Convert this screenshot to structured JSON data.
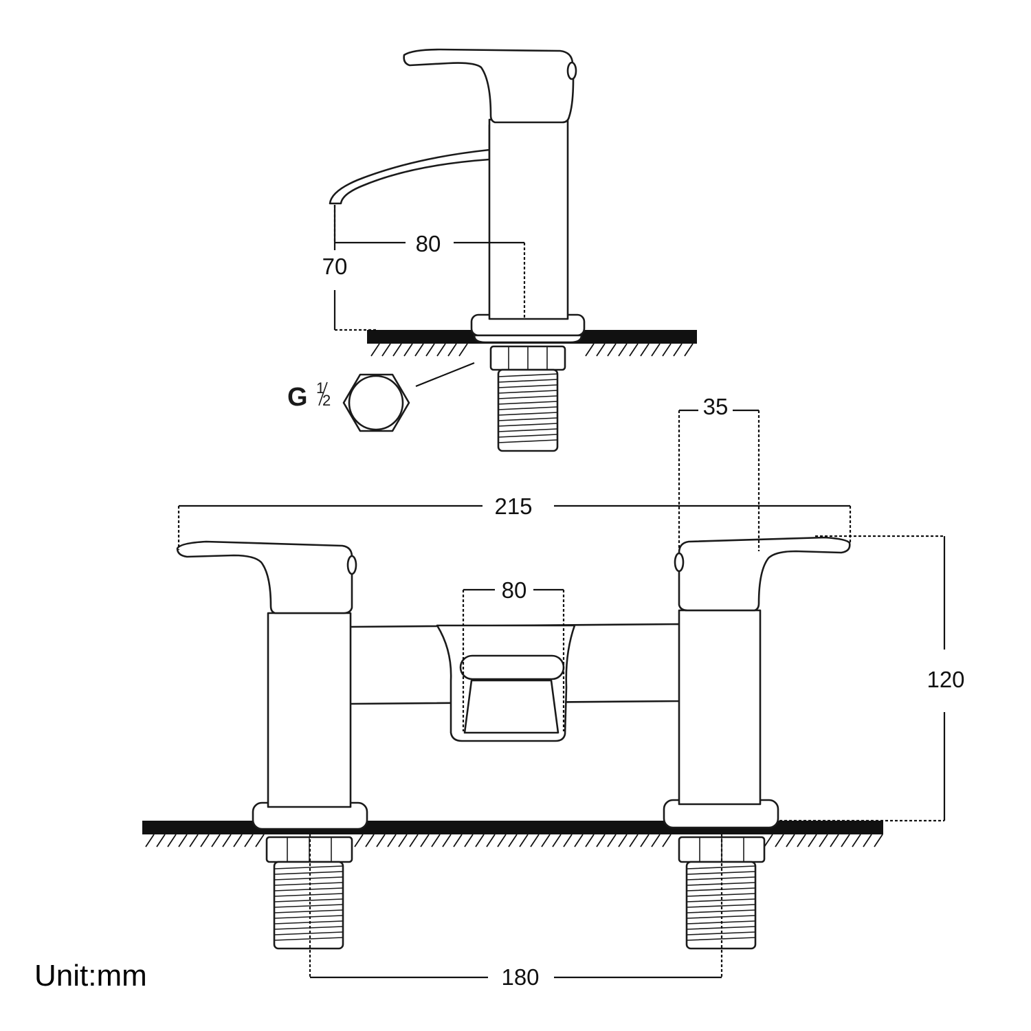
{
  "unit_label": "Unit:mm",
  "thread_label": {
    "prefix": "G",
    "fraction_numerator": "1",
    "fraction_denominator": "2"
  },
  "basin_tap": {
    "dimensions": {
      "spout_reach": "80",
      "spout_height": "70"
    }
  },
  "bath_filler": {
    "dimensions": {
      "overall_width": "215",
      "handle_width": "35",
      "spout_width": "80",
      "height": "120",
      "centres": "180"
    }
  }
}
